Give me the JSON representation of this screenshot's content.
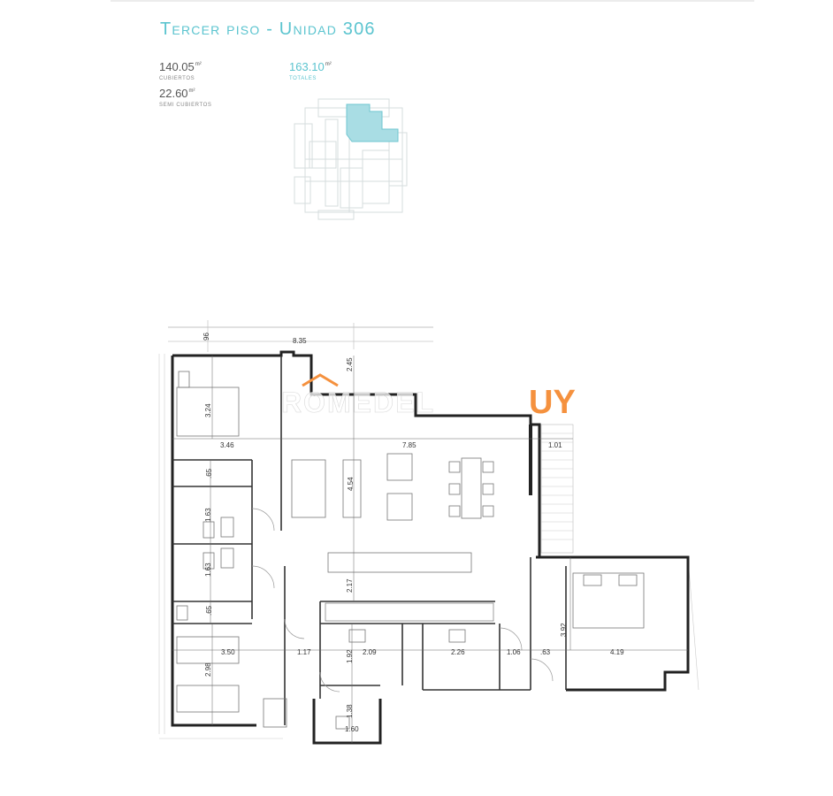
{
  "header": {
    "title": "Tercer piso - Unidad 306",
    "cubiertos": {
      "value": "140.05",
      "unit": "m²",
      "label": "Cubiertos"
    },
    "totales": {
      "value": "163.10",
      "unit": "m²",
      "label": "Totales"
    },
    "semi_cubiertos": {
      "value": "22.60",
      "unit": "m²",
      "label": "Semi cubiertos"
    }
  },
  "colors": {
    "accent": "#5bc4cf",
    "wall": "#222222",
    "watermark_orange": "#f5913e",
    "highlight_fill": "#a9dde4"
  },
  "watermark": {
    "text": "ROMEDEL",
    "suffix": "UY"
  },
  "dimensions": {
    "d_096": "96",
    "d_835": "8.35",
    "d_245": "2.45",
    "d_324": "3.24",
    "d_346": "3.46",
    "d_785": "7.85",
    "d_101": "1.01",
    "d_065a": ".65",
    "d_454": "4.54",
    "d_163a": "1.63",
    "d_163b": "1.63",
    "d_217": "2.17",
    "d_065b": ".65",
    "d_392": "3.92",
    "d_350": "3.50",
    "d_117": "1.17",
    "d_192": "1.92",
    "d_209": "2.09",
    "d_226": "2.26",
    "d_106": "1.06",
    "d_063": ".63",
    "d_419": "4.19",
    "d_298": "2.98",
    "d_138": "1.38",
    "d_160": "1.60"
  }
}
